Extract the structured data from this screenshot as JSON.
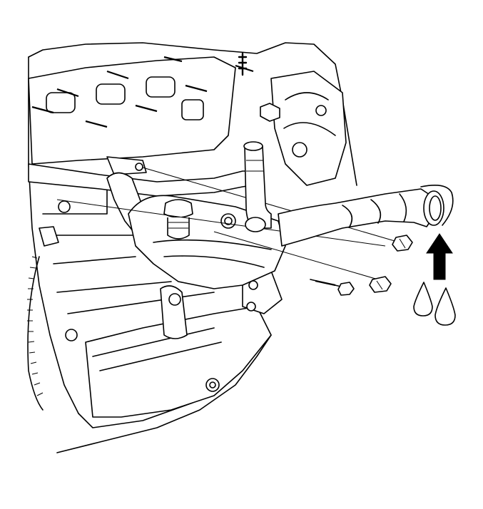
{
  "figure": {
    "kind": "line-art",
    "ink_color": "#000000",
    "paper_color": "#ffffff",
    "arrow_direction": "up",
    "drop_count": 2
  }
}
